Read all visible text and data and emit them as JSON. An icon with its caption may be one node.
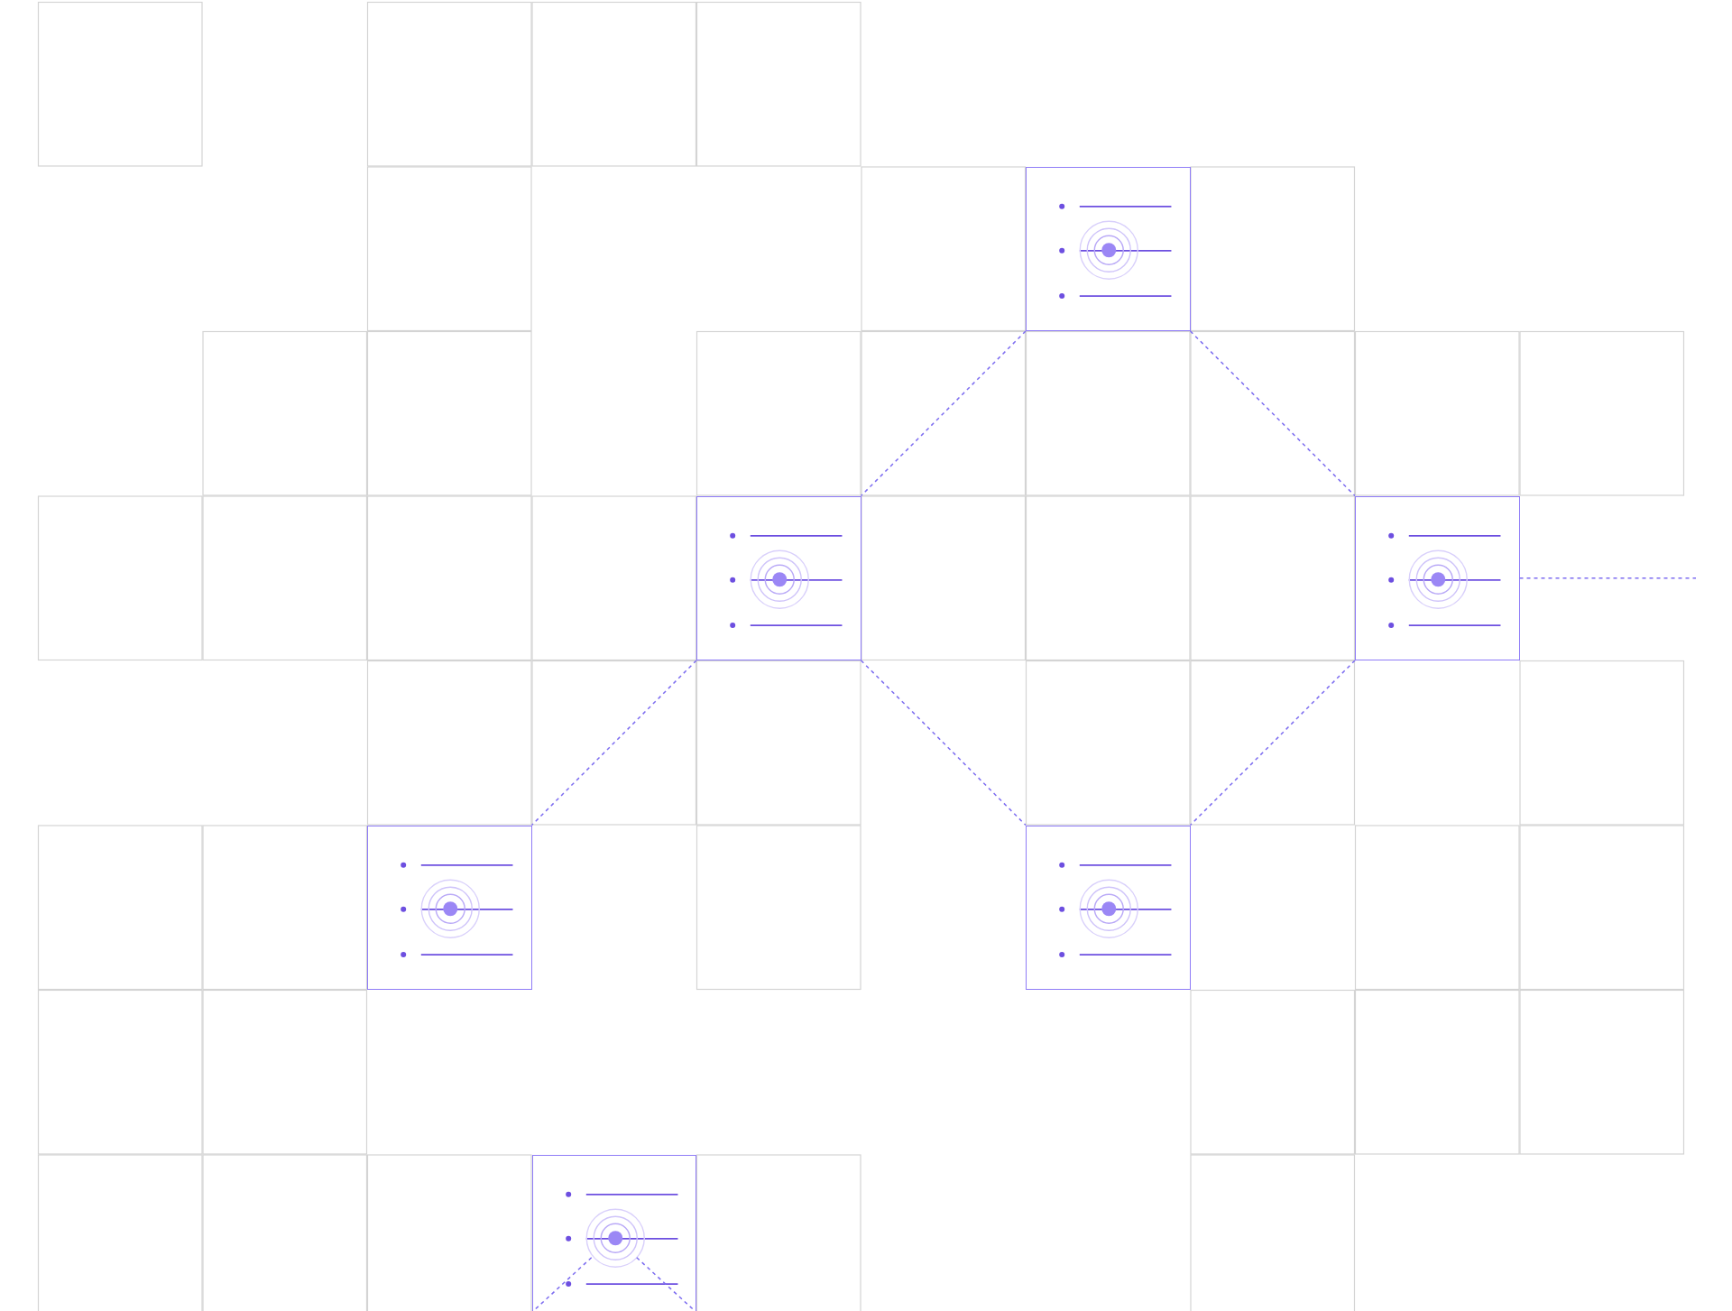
{
  "diagram": {
    "nodes": [
      {
        "text": [],
        "shape": "box"
      },
      {
        "text": [],
        "shape": "box"
      },
      {
        "text": [],
        "shape": "box"
      },
      {
        "text": [],
        "shape": "box"
      },
      {
        "text": [],
        "shape": "box"
      },
      {
        "text": [],
        "shape": "box"
      }
    ],
    "edges": [
      {
        "from": 0,
        "to": 1,
        "arrow": "none",
        "style": "dashed"
      },
      {
        "from": 0,
        "to": 2,
        "arrow": "none",
        "style": "dashed"
      },
      {
        "from": 1,
        "to": 3,
        "arrow": "none",
        "style": "dashed"
      },
      {
        "from": 1,
        "to": 4,
        "arrow": "none",
        "style": "dashed"
      },
      {
        "from": 2,
        "to": 4,
        "arrow": "none",
        "style": "dashed"
      },
      {
        "from": 2,
        "to": null,
        "arrow": "none",
        "style": "dashed"
      },
      {
        "from": 5,
        "to": null,
        "arrow": "none",
        "style": "dashed"
      },
      {
        "from": 5,
        "to": null,
        "arrow": "none",
        "style": "dashed"
      }
    ]
  }
}
